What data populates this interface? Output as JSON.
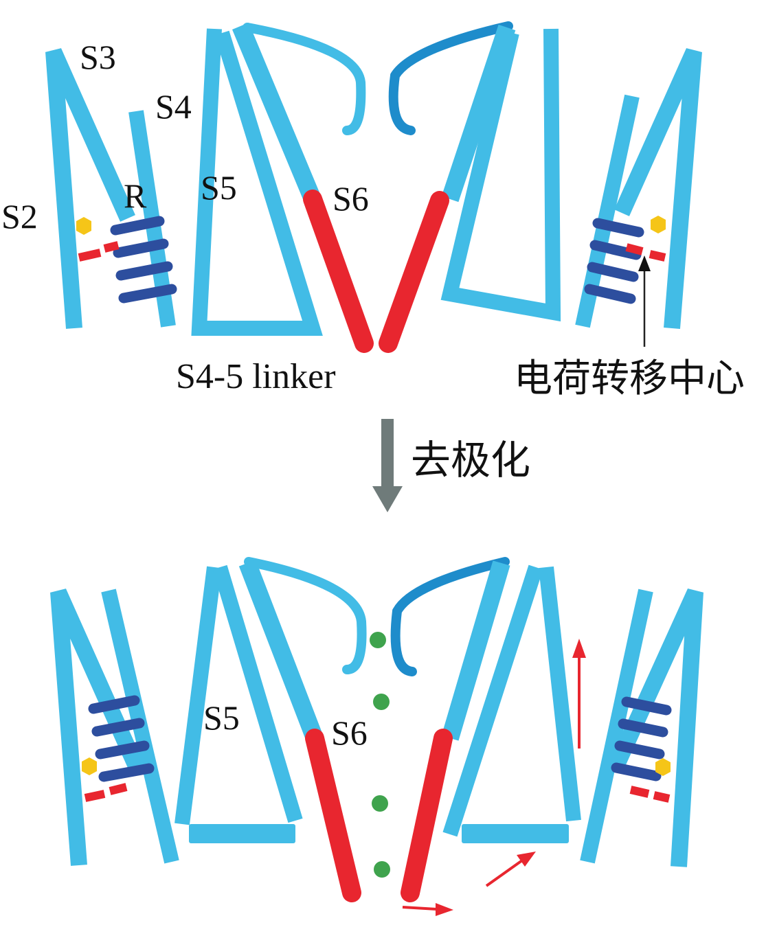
{
  "colors": {
    "helix": "#42BCE6",
    "helix_dark": "#1E8CCB",
    "gate_red": "#E8262F",
    "charge_arg": "#2D4E9E",
    "charge_center": "#F5C518",
    "ion": "#3FA34D",
    "big_arrow": "#6F7B7A",
    "motion_arrow": "#E8262F"
  },
  "labels": {
    "s3": "S3",
    "s4": "S4",
    "s2": "S2",
    "r": "R",
    "s5_top": "S5",
    "s6_top": "S6",
    "linker": "S4-5 linker",
    "charge_transfer_center": "电荷转移中心",
    "depolarization": "去极化",
    "s5_bottom": "S5",
    "s6_bottom": "S6"
  },
  "icons": {
    "transition": "down-arrow-icon",
    "pointer": "up-arrow-icon",
    "motion": "motion-arrow-icon"
  }
}
